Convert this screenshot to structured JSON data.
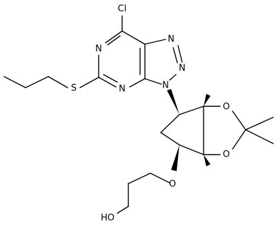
{
  "structure": {
    "atoms": {
      "chlorine": "Cl",
      "n_pyrimidine_top": "N",
      "n_pyrimidine_bottom": "N",
      "n_triazole_1": "N",
      "n_triazole_2": "N",
      "n_triazole_3": "N",
      "sulfur": "S",
      "o_dioxolane_top": "O",
      "o_dioxolane_bottom": "O",
      "o_ether": "O",
      "hydroxyl": "HO"
    },
    "colors": {
      "ink": "#000000",
      "background": "#ffffff"
    }
  }
}
